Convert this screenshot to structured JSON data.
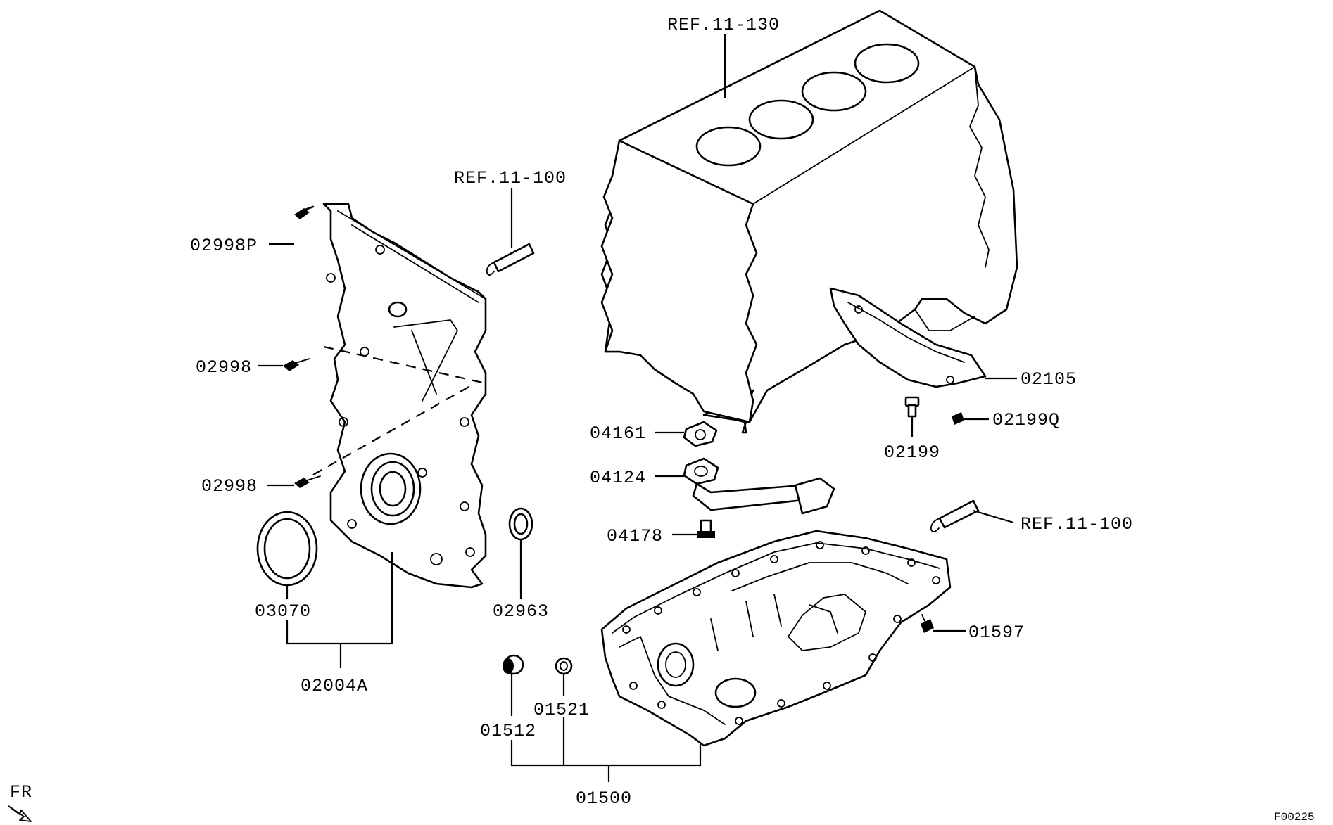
{
  "callouts": {
    "ref_11_130": "REF.11-130",
    "ref_11_100_top": "REF.11-100",
    "ref_11_100_right": "REF.11-100",
    "p02998P": "02998P",
    "p02998_upper": "02998",
    "p02998_lower": "02998",
    "p03070": "03070",
    "p02004A": "02004A",
    "p02963": "02963",
    "p02105": "02105",
    "p02199Q": "02199Q",
    "p02199": "02199",
    "p04161": "04161",
    "p04124": "04124",
    "p04178": "04178",
    "p01597": "01597",
    "p01512": "01512",
    "p01521": "01521",
    "p01500": "01500"
  },
  "orientation": {
    "label": "FR"
  },
  "figure_id": "F00225"
}
